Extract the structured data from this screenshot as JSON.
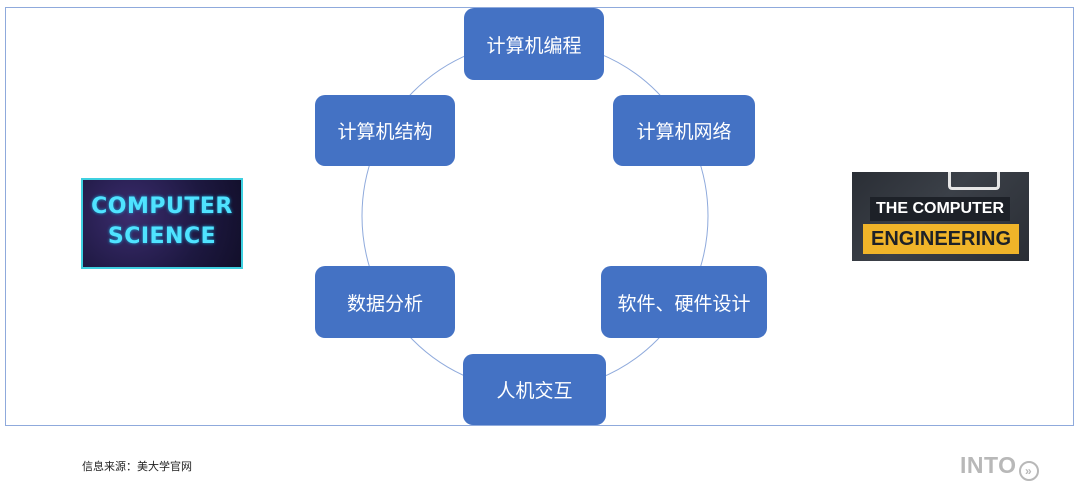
{
  "nodes": {
    "top": "计算机编程",
    "top_right": "计算机网络",
    "bottom_right": "软件、硬件设计",
    "bottom": "人机交互",
    "bottom_left": "数据分析",
    "top_left": "计算机结构"
  },
  "logos": {
    "left": {
      "line1": "COMPUTER",
      "line2": "SCIENCE"
    },
    "right": {
      "line1": "THE COMPUTER",
      "line2": "ENGINEERING"
    }
  },
  "footer": {
    "source": "信息来源：美大学官网",
    "brand": "INTO",
    "brand_icon": "double-chevron-right-icon"
  },
  "colors": {
    "node_fill": "#4472c4",
    "ring": "#8faadc",
    "frame": "#8faadc"
  }
}
